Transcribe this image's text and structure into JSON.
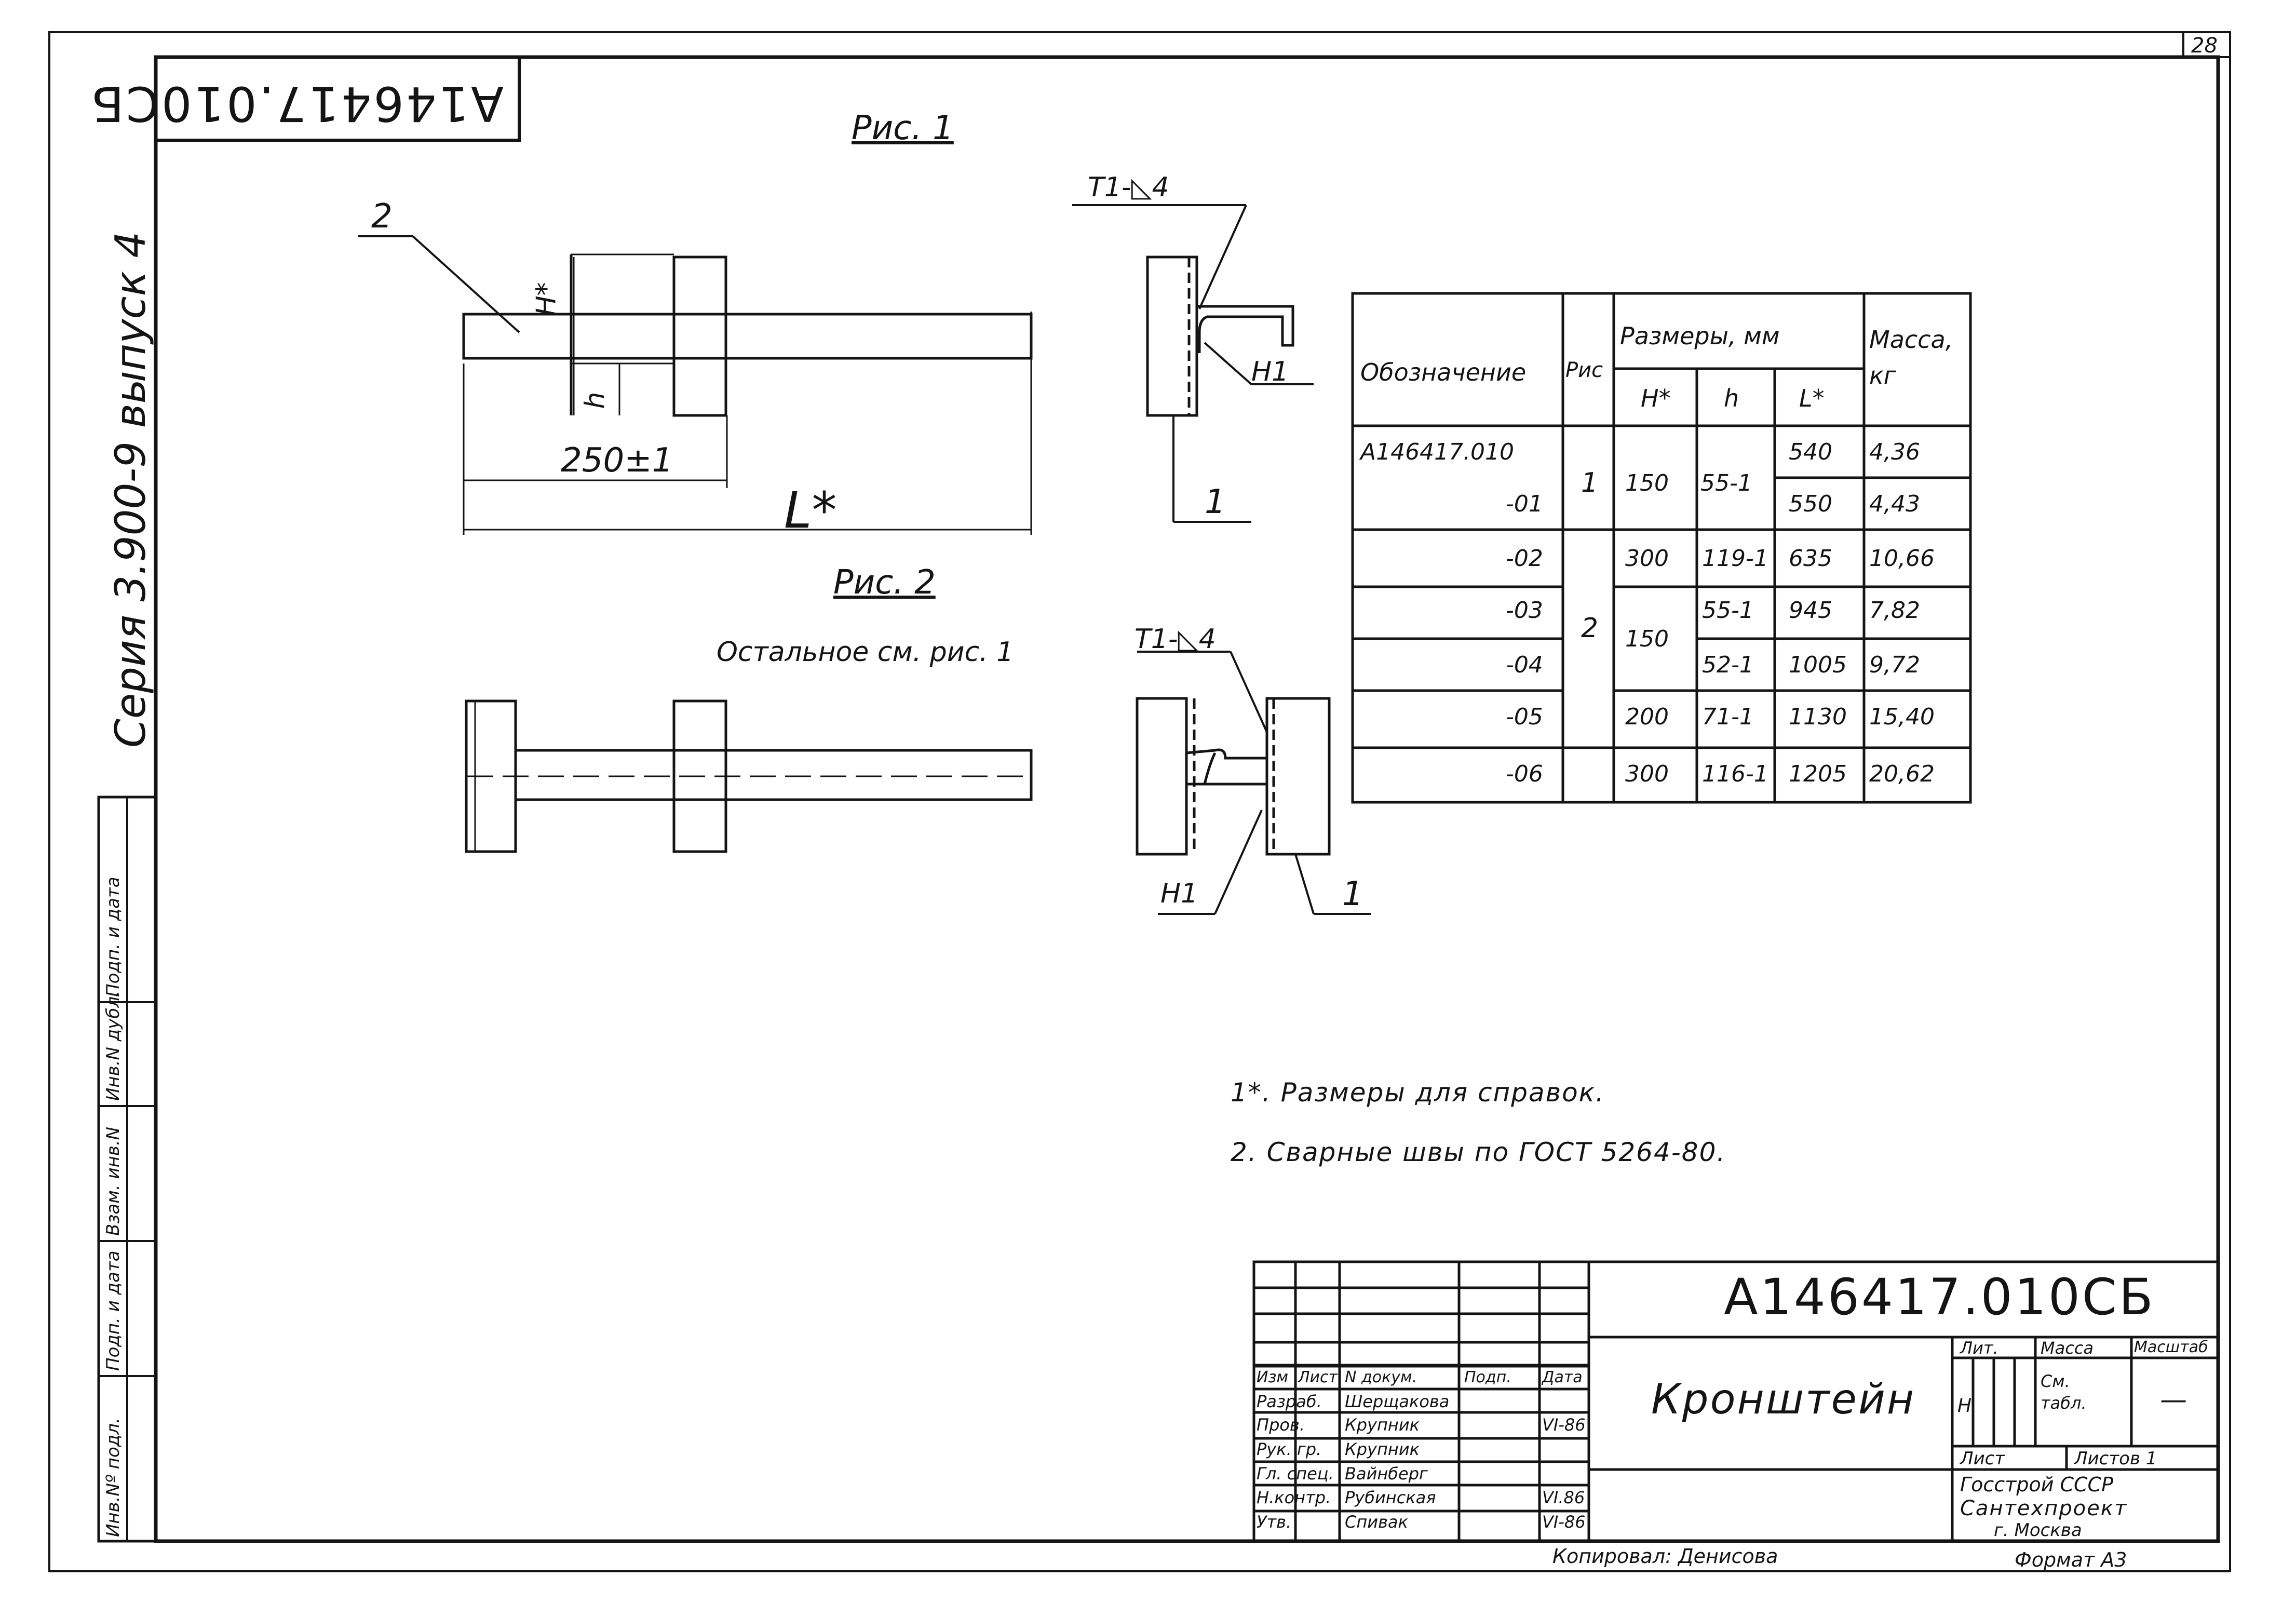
{
  "sheet_number": "28",
  "stamp_top": "А146417.010СБ",
  "series_label": "Серия 3.900-9   выпуск 4",
  "side_fields": [
    "Инв.Nº подл.",
    "Подп. и дата",
    "Взам. инв.N",
    "Инв.N дубл.",
    "Подп. и дата"
  ],
  "fig1": {
    "title": "Рис. 1",
    "pos_2": "2",
    "dim_H": "H*",
    "dim_h": "h",
    "dim_250": "250±1",
    "dim_L": "L*",
    "weld": "Т1-◺4",
    "weld_hn": "Н1",
    "pos_1": "1"
  },
  "fig2": {
    "title": "Рис. 2",
    "note": "Остальное см. рис. 1",
    "weld": "Т1-◺4",
    "weld_hn": "Н1",
    "pos_1": "1"
  },
  "table": {
    "h_designation": "Обозначение",
    "h_fig": "Рис",
    "h_dims": "Размеры, мм",
    "h_H": "H*",
    "h_h": "h",
    "h_L": "L*",
    "h_mass": "Масса, кг",
    "rows": [
      {
        "designation": "А146417.010",
        "fig": "1",
        "H": "150",
        "h": "55-1",
        "L": "540",
        "mass": "4,36"
      },
      {
        "designation": "-01",
        "fig": "",
        "H": "",
        "h": "",
        "L": "550",
        "mass": "4,43"
      },
      {
        "designation": "-02",
        "fig": "2",
        "H": "300",
        "h": "119-1",
        "L": "635",
        "mass": "10,66"
      },
      {
        "designation": "-03",
        "fig": "",
        "H": "150",
        "h": "55-1",
        "L": "945",
        "mass": "7,82"
      },
      {
        "designation": "-04",
        "fig": "",
        "H": "",
        "h": "52-1",
        "L": "1005",
        "mass": "9,72"
      },
      {
        "designation": "-05",
        "fig": "",
        "H": "200",
        "h": "71-1",
        "L": "1130",
        "mass": "15,40"
      },
      {
        "designation": "-06",
        "fig": "",
        "H": "300",
        "h": "116-1",
        "L": "1205",
        "mass": "20,62"
      }
    ]
  },
  "notes": [
    "1*. Размеры для справок.",
    "2. Сварные швы по ГОСТ 5264-80."
  ],
  "title_block": {
    "doc_code": "А146417.010СБ",
    "title": "Кронштейн",
    "col_headers": [
      "Изм",
      "Лист",
      "N докум.",
      "Подп.",
      "Дата"
    ],
    "people": [
      {
        "role": "Разраб.",
        "name": "Шерщакова",
        "date": ""
      },
      {
        "role": "Пров.",
        "name": "Крупник",
        "date": "VI-86"
      },
      {
        "role": "Рук. гр.",
        "name": "Крупник",
        "date": ""
      },
      {
        "role": "Гл. спец.",
        "name": "Вайнберг",
        "date": ""
      },
      {
        "role": "Н.контр.",
        "name": "Рубинская",
        "date": "VI.86"
      },
      {
        "role": "Утв.",
        "name": "Спивак",
        "date": "VI-86"
      }
    ],
    "lit_header": "Лит.",
    "mass_header": "Масса",
    "scale_header": "Масштаб",
    "lit_value": "Н",
    "mass_value": "См. табл.",
    "scale_value": "—",
    "sheet_label": "Лист",
    "sheets_label": "Листов 1",
    "org_line1": "Госстрой СССР",
    "org_line2": "Сантехпроект",
    "org_line3": "г. Москва",
    "copied_by": "Копировал: Денисова",
    "format": "Формат А3"
  }
}
